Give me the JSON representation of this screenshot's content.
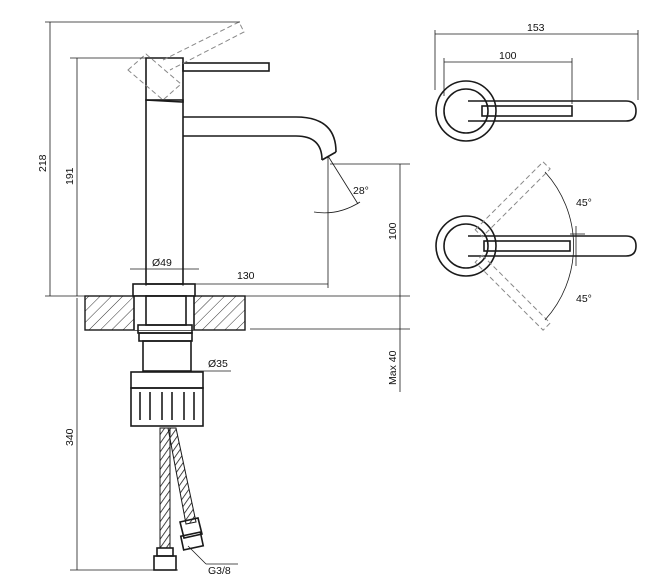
{
  "dimensions": {
    "overall_height": "218",
    "lever_height": "191",
    "spout_height": "100",
    "spout_reach": "130",
    "body_diameter": "Ø49",
    "spout_angle": "28°",
    "hose_length": "340",
    "shank_diameter": "Ø35",
    "max_thickness": "Max 40",
    "connection": "G3/8",
    "top_width": "153",
    "top_lever": "100",
    "rotation_upper": "45°",
    "rotation_lower": "45°"
  },
  "colors": {
    "line": "#1a1a1a",
    "dashed": "#888888",
    "background": "#ffffff"
  }
}
